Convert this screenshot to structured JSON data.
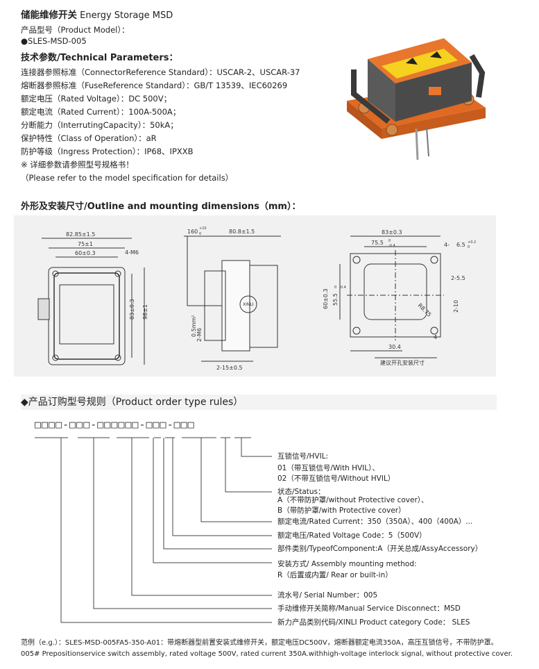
{
  "header": {
    "title_cn": "储能维修开关",
    "title_en": "Energy Storage MSD",
    "model_label": "产品型号（Product Model）：",
    "model_value": "●SLES-MSD-005"
  },
  "tech": {
    "heading": "技术参数/Technical Parameters：",
    "rows": [
      "连接器参照标准（ConnectorReference Standard）：USCAR-2、USCAR-37",
      "熔断器参照标准（FuseReference Standard）：GB/T 13539、IEC60269",
      "额定电压（Rated Voltage）：DC 500V；",
      "额定电流（Rated Current）：100A-500A；",
      "分断能力（InterrutingCapacity）：50kA；",
      "保护特性（Class of Operation）：aR",
      "防护等级（Ingress Protection）：IP68、IPXXB",
      "※ 详细参数请参照型号规格书！",
      "（Please refer to the model specification for details）"
    ]
  },
  "outline": {
    "heading": "外形及安装尺寸/Outline and mounting dimensions（mm）：",
    "dims_front": [
      "82.85±1.5",
      "75±1",
      "60±0.3",
      "4-M6",
      "83±0.3",
      "98±1"
    ],
    "dims_side": [
      "160",
      "+10",
      "0",
      "80.8±1.5",
      "0.5mm²",
      "2-M6",
      "2-15±0.5"
    ],
    "dims_cut": [
      "83±0.3",
      "75.5",
      "0",
      "-0.4",
      "4-",
      "6.5",
      "+0.2",
      "0",
      "60±0.3",
      "55.5",
      "0",
      "-0.4",
      "2-5.5",
      "R8.75",
      "2-10",
      "4",
      "30.4",
      "建议开孔安装尺寸"
    ],
    "brand_mark": "XINLI"
  },
  "order": {
    "heading": "◆产品订购型号规则（Product order type rules）",
    "code_pattern": "□□□□-□□□-□□□□□□-□□□-□□□",
    "labels": [
      "互锁信号/HVIL:",
      "01（带互锁信号/With HVIL）、",
      "02（不带互锁信号/Without HVIL）",
      "状态/Status：",
      "A（不带防护罩/without Protective cover）、",
      "B（带防护罩/with Protective cover）",
      "额定电流/Rated Current：350（350A）、400（400A）...",
      "额定电压/Rated Voltage Code：5（500V）",
      "部件类别/TypeofComponent:A（开关总成/AssyAccessory）",
      "安装方式/ Assembly mounting method:",
      "R（后置或内置/ Rear or built-in）",
      "流水号/ Serial Number：005",
      "手动维修开关简称/Manual Service Disconnect：MSD",
      "新力产品类别代码/XINLI Product category Code： SLES"
    ]
  },
  "footer": {
    "line1": "范例（e.g.）：SLES-MSD-005FA5-350-A01：带熔断器型前置安装式维修开关，额定电压DC500V，熔断器额定电流350A，高压互锁信号，不带防护罩。",
    "line2": "005# Prepositionservice switch assembly, rated voltage 500V, rated current 350A.withhigh-voltage interlock signal, without protective cover."
  },
  "colors": {
    "orange": "#e8762c",
    "dark": "#3a3a3a",
    "label_yellow": "#f4d21f"
  }
}
